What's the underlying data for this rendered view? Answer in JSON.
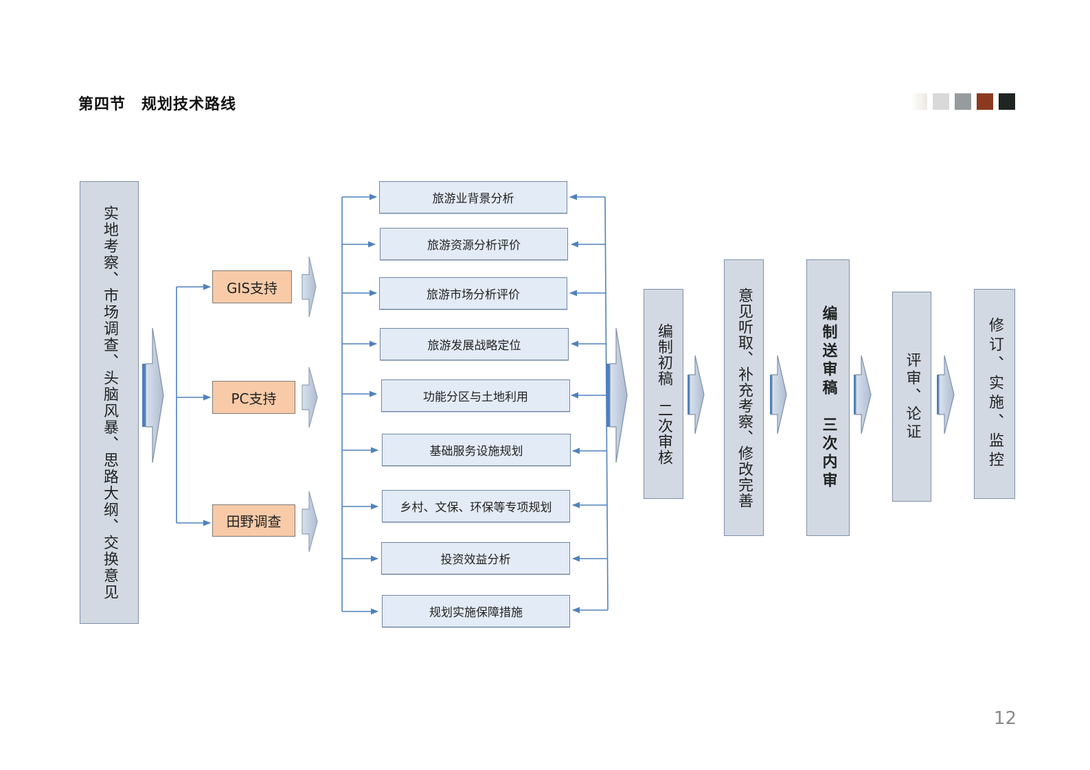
{
  "header": {
    "title": "第四节　规划技术路线",
    "swatches": [
      "#f3f0ee",
      "#d9d9d9",
      "#969c9e",
      "#8b3a1f",
      "#1f2520"
    ]
  },
  "flow": {
    "start": "实地考察、市场调查、头脑风暴、思路大纲、交换意见",
    "supports": [
      "GIS支持",
      "PC支持",
      "田野调查"
    ],
    "topics": [
      "旅游业背景分析",
      "旅游资源分析评价",
      "旅游市场分析评价",
      "旅游发展战略定位",
      "功能分区与土地利用",
      "基础服务设施规划",
      "乡村、文保、环保等专项规划",
      "投资效益分析",
      "规划实施保障措施"
    ],
    "stages": [
      "编制初稿　二次审核",
      "意见听取、补充考察、修改完善",
      "编制送审稿　三次内审",
      "评审、论证",
      "修订、实施、监控"
    ]
  },
  "page": {
    "number": "12"
  }
}
